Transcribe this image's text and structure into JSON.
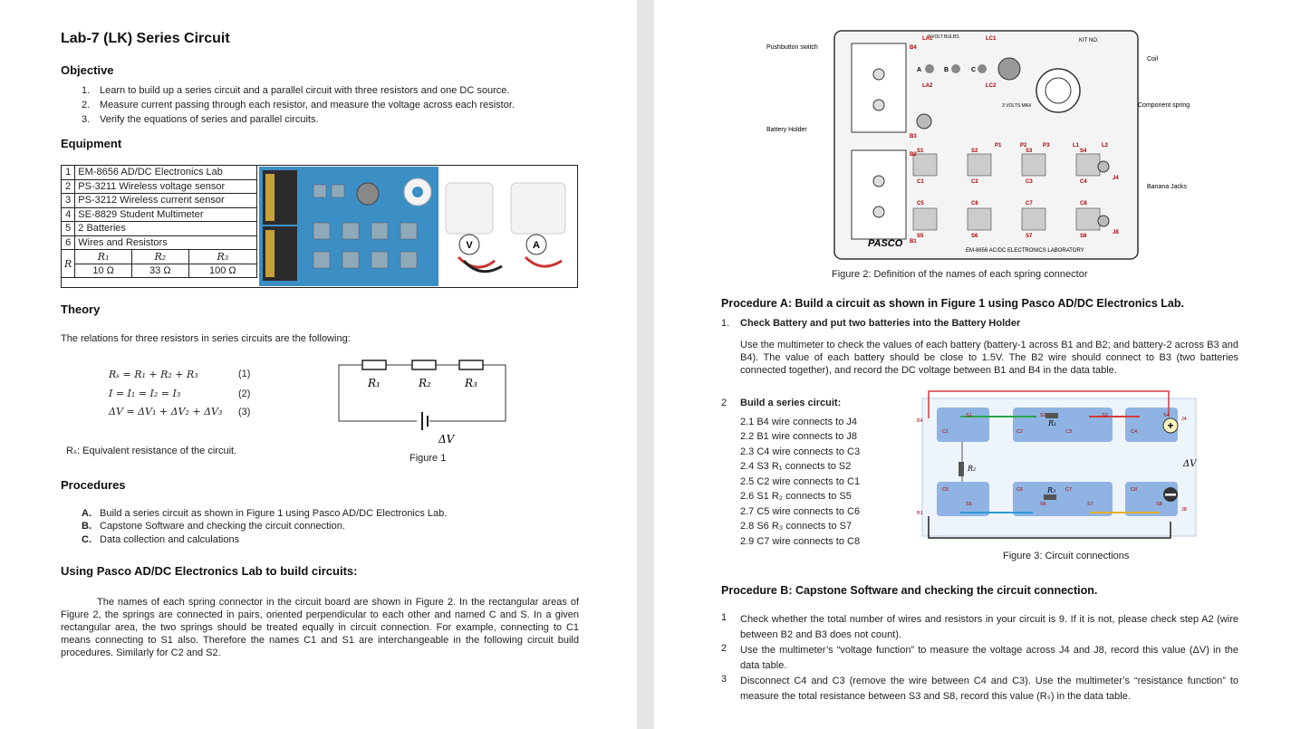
{
  "left": {
    "title": "Lab-7 (LK) Series Circuit",
    "objective": {
      "heading": "Objective",
      "items": [
        {
          "num": "1.",
          "text": "Learn to build up a series circuit and a parallel circuit with three resistors and one DC source."
        },
        {
          "num": "2.",
          "text": "Measure current passing through each resistor, and measure the voltage across each resistor."
        },
        {
          "num": "3.",
          "text": "Verify the equations of series and parallel circuits."
        }
      ]
    },
    "equipment": {
      "heading": "Equipment",
      "rows": [
        {
          "num": "1",
          "text": "EM-8656  AD/DC Electronics Lab"
        },
        {
          "num": "2",
          "text": "PS-3211 Wireless voltage sensor"
        },
        {
          "num": "3",
          "text": "PS-3212 Wireless current sensor"
        },
        {
          "num": "4",
          "text": "SE-8829 Student Multimeter"
        },
        {
          "num": "5",
          "text": "2 Batteries"
        },
        {
          "num": "6",
          "text": "Wires and Resistors"
        }
      ],
      "r_label": "R",
      "r_headers": [
        "R₁",
        "R₂",
        "R₃"
      ],
      "r_values": [
        "10 Ω",
        "33 Ω",
        "100 Ω"
      ]
    },
    "theory": {
      "heading": "Theory",
      "intro": "The relations for three resistors in series circuits are the following:",
      "equations": [
        {
          "eq": "Rₛ = R₁ + R₂ + R₃",
          "num": "(1)"
        },
        {
          "eq": "I = I₁ = I₂ = I₃",
          "num": "(2)"
        },
        {
          "eq": "ΔV = ΔV₁ + ΔV₂ + ΔV₃",
          "num": "(3)"
        }
      ],
      "rs_note": "Rₛ: Equivalent resistance of the circuit.",
      "fig1": {
        "r1": "R₁",
        "r2": "R₂",
        "r3": "R₃",
        "dv": "ΔV",
        "caption": "Figure 1"
      }
    },
    "procedures": {
      "heading": "Procedures",
      "items": [
        {
          "num": "A.",
          "text": "Build a series circuit as shown in Figure 1 using Pasco AD/DC Electronics Lab."
        },
        {
          "num": "B.",
          "text": "Capstone Software and checking the circuit connection."
        },
        {
          "num": "C.",
          "text": "Data collection and calculations"
        }
      ]
    },
    "using": {
      "heading": "Using Pasco AD/DC Electronics Lab to build circuits:",
      "paragraph": "The names of each spring connector in the circuit board are shown in Figure 2. In the rectangular areas of Figure 2, the springs are connected in pairs, oriented perpendicular to each other and named C and S. In a given rectangular area, the two springs should be treated equally in circuit connection. For example, connecting to C1 means connecting to S1 also. Therefore the names C1 and S1 are interchangeable in the following circuit build procedures. Similarly for C2 and S2."
    },
    "photo_labels": {
      "v": "V",
      "a": "A"
    }
  },
  "right": {
    "fig2": {
      "caption": "Figure 2: Definition of the names of each spring connector",
      "pushbutton": "Pushbutton switch",
      "battery_holder": "Battery Holder",
      "coil": "Coil",
      "component_spring": "Component spring",
      "banana": "Banana Jacks",
      "kit_no": "KIT NO.",
      "bulbs": "3 VOLT BULBS",
      "volts_max": "3 VOLTS MAX",
      "brand": "PASCO",
      "brand_line": "EM-8656 AC/DC ELECTRONICS LABORATORY",
      "labels": [
        "B4",
        "LA1",
        "LC1",
        "LA2",
        "LC2",
        "B3",
        "B2",
        "B1",
        "S1",
        "S2",
        "S3",
        "S4",
        "C1",
        "C2",
        "C3",
        "C4",
        "C5",
        "C6",
        "C7",
        "C8",
        "S5",
        "S6",
        "S7",
        "S8",
        "P1",
        "P2",
        "P3",
        "L1",
        "L2",
        "J4",
        "J8",
        "A",
        "B",
        "C"
      ]
    },
    "procA": {
      "heading": "Procedure A: Build a circuit as shown in Figure 1 using Pasco AD/DC Electronics Lab.",
      "step1_num": "1.",
      "step1_title": "Check Battery and put two batteries into the Battery Holder",
      "step1_text": "Use the multimeter to check the values of each battery (battery-1 across B1 and B2; and battery-2 across B3 and B4). The value of each battery should be close to 1.5V. The B2 wire should connect to B3 (two batteries connected together), and record the DC voltage between B1 and B4 in the data table.",
      "step2_num": "2",
      "step2_title": "Build a series circuit:",
      "substeps": [
        "2.1 B4 wire connects to J4",
        "2.2 B1 wire connects to J8",
        "2.3 C4 wire connects to C3",
        "2.4 S3 R₁ connects to S2",
        "2.5 C2 wire connects to C1",
        "2.6 S1 R₂ connects to S5",
        "2.7 C5 wire connects to C6",
        "2.8 S6 R₃ connects to S7",
        "2.9 C7 wire connects to C8"
      ]
    },
    "fig3": {
      "caption": "Figure 3: Circuit connections",
      "dv": "ΔV",
      "r1": "R₁",
      "r2": "R₂",
      "r3": "R₃",
      "labels": [
        "B4",
        "B1",
        "S1",
        "S2",
        "S3",
        "S4",
        "C1",
        "C2",
        "C3",
        "C4",
        "C5",
        "C6",
        "C7",
        "C8",
        "S5",
        "S6",
        "S7",
        "S8",
        "J4",
        "J8"
      ]
    },
    "procB": {
      "heading": "Procedure B: Capstone Software and checking the circuit connection.",
      "items": [
        {
          "num": "1",
          "text": "Check whether the total number of wires and resistors in your circuit is 9. If it is not, please check step A2 (wire between B2 and B3 does not count)."
        },
        {
          "num": "2",
          "text": "Use the multimeter’s “voltage function” to measure the voltage across J4 and J8, record this value (ΔV) in the data table."
        },
        {
          "num": "3",
          "text": "Disconnect C4 and C3 (remove the wire between C4 and C3). Use the multimeter’s “resistance function” to measure the total resistance between S3 and S8, record this value (Rₛ) in the data table."
        }
      ]
    }
  }
}
